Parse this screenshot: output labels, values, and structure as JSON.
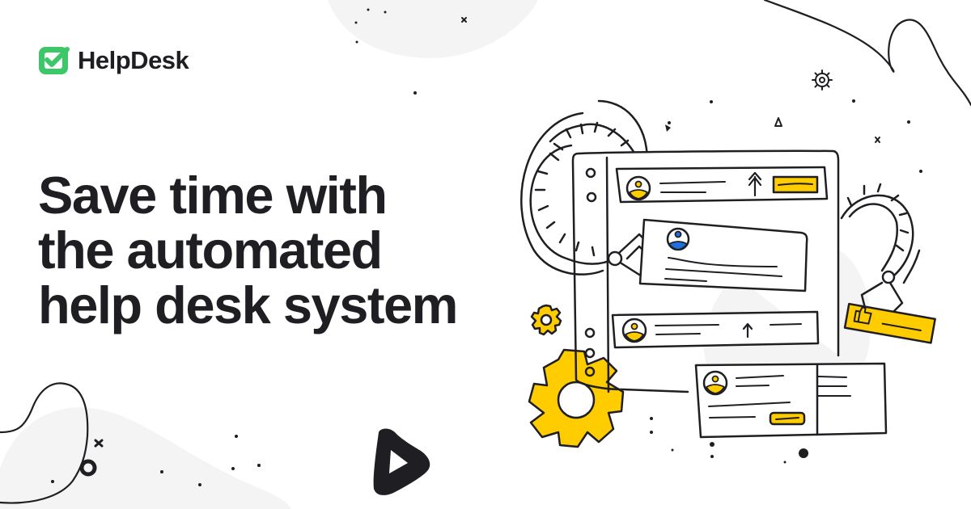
{
  "brand": {
    "name": "HelpDesk",
    "logo_icon": "checkbox-check-icon",
    "accent_color": "#3cc769"
  },
  "hero": {
    "headline_lines": [
      "Save time with",
      "the automated",
      "help desk system"
    ]
  },
  "illustration": {
    "description": "Hand-drawn robotic arms managing help desk ticket cards",
    "highlight_color": "#ffcc00",
    "secondary_color": "#1f6fe0",
    "ink_color": "#1f1f23",
    "blob_color": "#f4f4f4",
    "elements": [
      "gear-icon",
      "play-icon",
      "thumbs-up-icon",
      "avatar-icon",
      "arrow-up-icon",
      "double-arrow-up-icon"
    ]
  }
}
